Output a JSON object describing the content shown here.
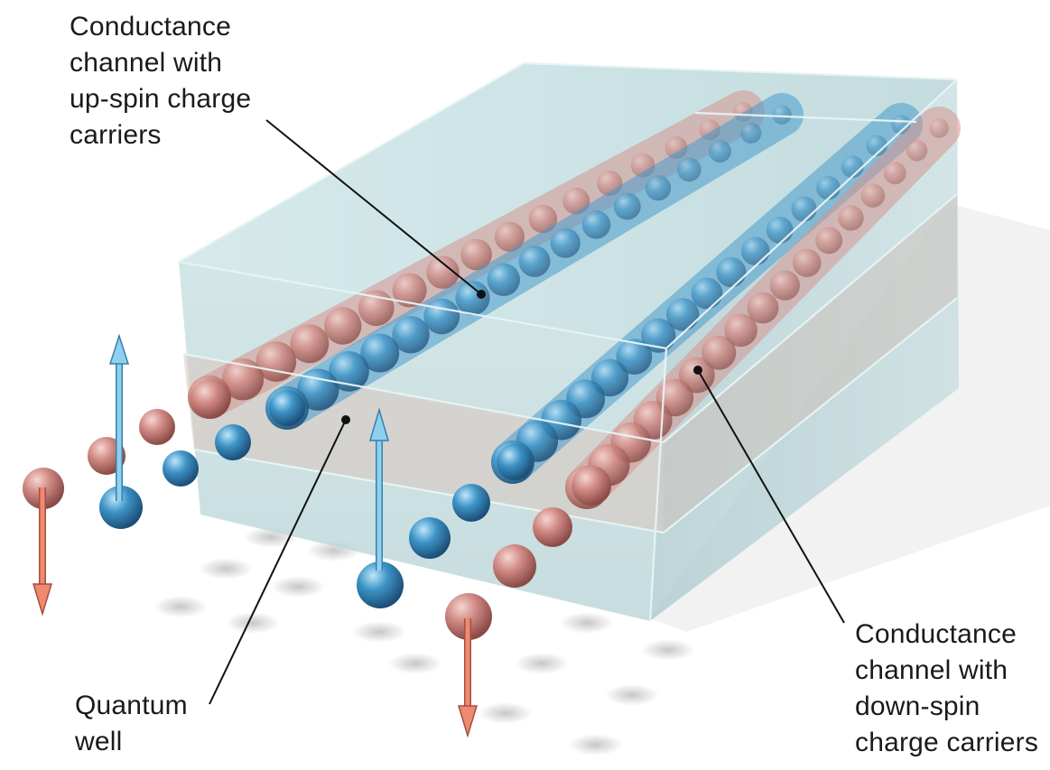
{
  "labels": {
    "up_spin_channel": [
      "Conductance",
      "channel with",
      "up-spin charge",
      "carriers"
    ],
    "down_spin_channel": [
      "Conductance",
      "channel with",
      "down-spin",
      "charge carriers"
    ],
    "quantum_well": [
      "Quantum",
      "well"
    ]
  },
  "colors": {
    "up_spin": "#3b8fc4",
    "down_spin": "#d98c86",
    "up_arrow": "#8fd0f0",
    "down_arrow": "#ef8a70",
    "slab": "#a9ccd0"
  }
}
